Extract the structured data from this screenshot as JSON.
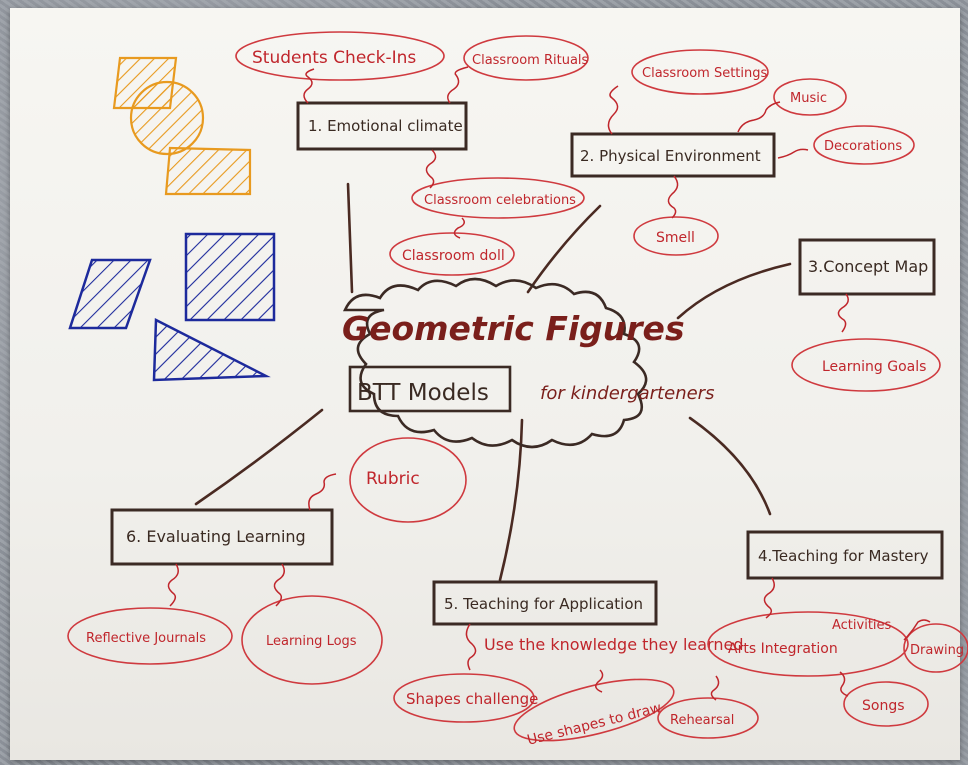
{
  "title": "Geometric Figures",
  "subtitle_boxed": "BTT Models",
  "subtitle_rest": "for kindergarteners",
  "nodes": {
    "n1": "1. Emotional climate",
    "n2": "2. Physical Environment",
    "n3": "3.Concept Map",
    "n4": "4.Teaching for Mastery",
    "n5": "5. Teaching for Application",
    "n6": "6. Evaluating Learning"
  },
  "leaves": {
    "checkins": "Students Check-Ins",
    "rituals": "Classroom Rituals",
    "celebrations": "Classroom celebrations",
    "doll": "Classroom doll",
    "settings": "Classroom Settings",
    "music": "Music",
    "decorations": "Decorations",
    "smell": "Smell",
    "goals": "Learning Goals",
    "arts": "Arts Integration",
    "activities": "Activities",
    "drawing": "Drawing",
    "songs": "Songs",
    "rehearsal": "Rehearsal",
    "use_knowledge": "Use the knowledge they learned",
    "shapes_challenge": "Shapes challenge",
    "use_shapes": "Use shapes to draw",
    "rubric": "Rubric",
    "journals": "Reflective Journals",
    "logs": "Learning Logs"
  },
  "colors": {
    "ink_red": "#c0262c",
    "ink_dark": "#3a2a22",
    "orange": "#e89a1f",
    "blue": "#1d2a9c"
  }
}
